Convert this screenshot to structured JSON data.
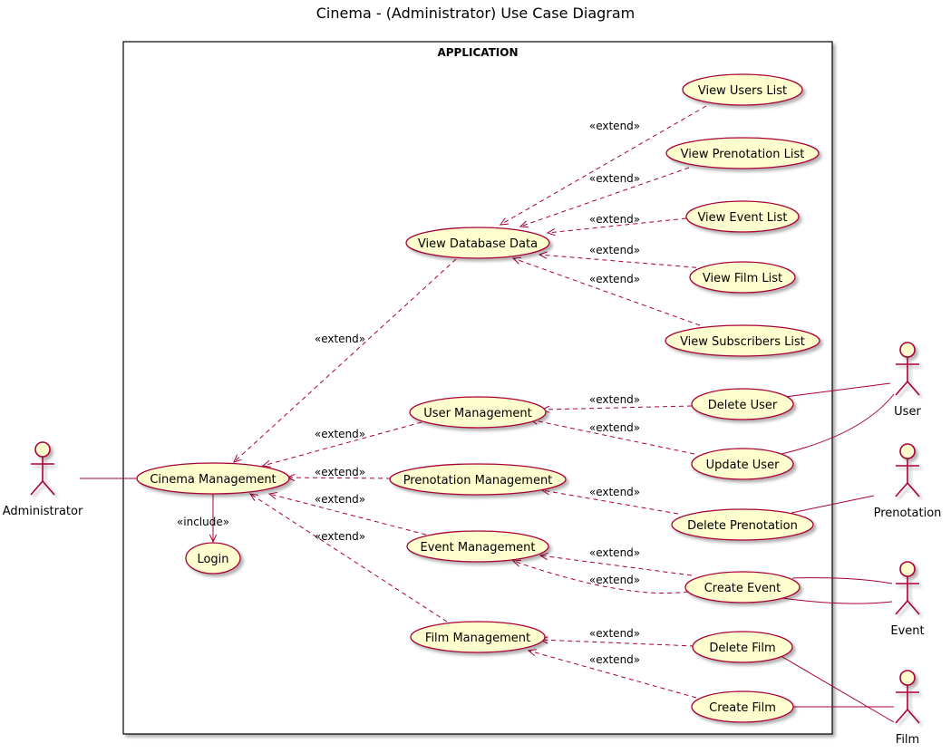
{
  "title": "Cinema - (Administrator) Use Case Diagram",
  "system": {
    "name": "APPLICATION"
  },
  "colors": {
    "usecase_fill": "#FEFECE",
    "line": "#A80036",
    "border": "#000000"
  },
  "actors": [
    {
      "id": "administrator",
      "label": "Administrator"
    },
    {
      "id": "user",
      "label": "User"
    },
    {
      "id": "prenotation",
      "label": "Prenotation"
    },
    {
      "id": "event",
      "label": "Event"
    },
    {
      "id": "film",
      "label": "Film"
    }
  ],
  "usecases": [
    {
      "id": "view-users-list",
      "label": "View Users List"
    },
    {
      "id": "view-prenotation-list",
      "label": "View Prenotation List"
    },
    {
      "id": "view-event-list",
      "label": "View Event List"
    },
    {
      "id": "view-database-data",
      "label": "View Database Data"
    },
    {
      "id": "view-film-list",
      "label": "View Film List"
    },
    {
      "id": "view-subscribers-list",
      "label": "View Subscribers List"
    },
    {
      "id": "user-management",
      "label": "User Management"
    },
    {
      "id": "delete-user",
      "label": "Delete User"
    },
    {
      "id": "cinema-management",
      "label": "Cinema Management"
    },
    {
      "id": "prenotation-management",
      "label": "Prenotation Management"
    },
    {
      "id": "update-user",
      "label": "Update User"
    },
    {
      "id": "event-management",
      "label": "Event Management"
    },
    {
      "id": "delete-prenotation",
      "label": "Delete Prenotation"
    },
    {
      "id": "login",
      "label": "Login"
    },
    {
      "id": "create-event",
      "label": "Create Event"
    },
    {
      "id": "film-management",
      "label": "Film Management"
    },
    {
      "id": "delete-film",
      "label": "Delete Film"
    },
    {
      "id": "create-film",
      "label": "Create Film"
    }
  ],
  "relations": [
    {
      "from": "view-users-list",
      "to": "view-database-data",
      "type": "extend",
      "label": "«extend»"
    },
    {
      "from": "view-prenotation-list",
      "to": "view-database-data",
      "type": "extend",
      "label": "«extend»"
    },
    {
      "from": "view-event-list",
      "to": "view-database-data",
      "type": "extend",
      "label": "«extend»"
    },
    {
      "from": "view-film-list",
      "to": "view-database-data",
      "type": "extend",
      "label": "«extend»"
    },
    {
      "from": "view-subscribers-list",
      "to": "view-database-data",
      "type": "extend",
      "label": "«extend»"
    },
    {
      "from": "view-database-data",
      "to": "cinema-management",
      "type": "extend",
      "label": "«extend»"
    },
    {
      "from": "user-management",
      "to": "cinema-management",
      "type": "extend",
      "label": "«extend»"
    },
    {
      "from": "prenotation-management",
      "to": "cinema-management",
      "type": "extend",
      "label": "«extend»"
    },
    {
      "from": "event-management",
      "to": "cinema-management",
      "type": "extend",
      "label": "«extend»"
    },
    {
      "from": "film-management",
      "to": "cinema-management",
      "type": "extend",
      "label": "«extend»"
    },
    {
      "from": "delete-user",
      "to": "user-management",
      "type": "extend",
      "label": "«extend»"
    },
    {
      "from": "update-user",
      "to": "user-management",
      "type": "extend",
      "label": "«extend»"
    },
    {
      "from": "delete-prenotation",
      "to": "prenotation-management",
      "type": "extend",
      "label": "«extend»"
    },
    {
      "from": "create-event",
      "to": "event-management",
      "type": "extend",
      "label": "«extend»"
    },
    {
      "from": "create-event",
      "to": "event-management",
      "type": "extend",
      "label": "«extend»"
    },
    {
      "from": "delete-film",
      "to": "film-management",
      "type": "extend",
      "label": "«extend»"
    },
    {
      "from": "create-film",
      "to": "film-management",
      "type": "extend",
      "label": "«extend»"
    },
    {
      "from": "cinema-management",
      "to": "login",
      "type": "include",
      "label": "«include»"
    },
    {
      "from": "administrator",
      "to": "cinema-management",
      "type": "association"
    },
    {
      "from": "delete-user",
      "to": "user",
      "type": "association"
    },
    {
      "from": "update-user",
      "to": "user",
      "type": "association"
    },
    {
      "from": "delete-prenotation",
      "to": "prenotation",
      "type": "association"
    },
    {
      "from": "create-event",
      "to": "event",
      "type": "association"
    },
    {
      "from": "create-event",
      "to": "event",
      "type": "association"
    },
    {
      "from": "delete-film",
      "to": "film",
      "type": "association"
    },
    {
      "from": "create-film",
      "to": "film",
      "type": "association"
    }
  ]
}
